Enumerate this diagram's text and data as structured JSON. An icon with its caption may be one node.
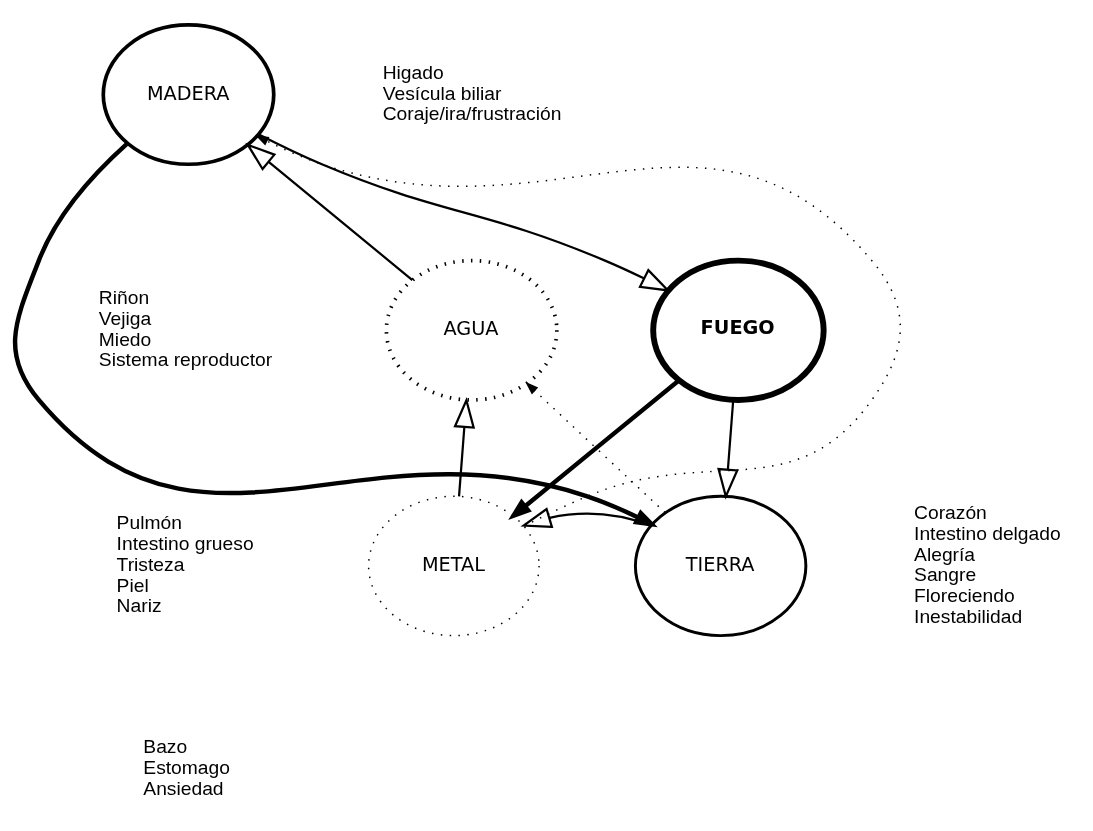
{
  "diagram": {
    "nodes": [
      {
        "text": [
          "MADERA"
        ],
        "beside": [
          "Higado",
          "Vesícula biliar",
          "Coraje/ira/frustración"
        ]
      },
      {
        "text": [
          "FUEGO"
        ],
        "beside": [
          "Corazón",
          "Intestino delgado",
          "Alegría",
          "Sangre",
          "Floreciendo",
          "Inestabilidad"
        ]
      },
      {
        "text": [
          "TIERRA"
        ],
        "beside": [
          "Bazo",
          "Estomago",
          "Ansiedad"
        ]
      },
      {
        "text": [
          "METAL"
        ],
        "beside": [
          "Pulmón",
          "Intestino grueso",
          "Tristeza",
          "Piel",
          "Nariz"
        ]
      },
      {
        "text": [
          "AGUA"
        ],
        "beside": [
          "Riñon",
          "Vejiga",
          "Miedo",
          "Sistema reproductor"
        ]
      }
    ],
    "edges": [
      {
        "from": 0,
        "to": 1,
        "arrow": "to"
      },
      {
        "from": 1,
        "to": 2,
        "arrow": "to"
      },
      {
        "from": 2,
        "to": 3,
        "arrow": "to"
      },
      {
        "from": 3,
        "to": 4,
        "arrow": "to"
      },
      {
        "from": 4,
        "to": 0,
        "arrow": "to"
      },
      {
        "from": 0,
        "to": 2,
        "arrow": "to",
        "style": "thick"
      },
      {
        "from": 1,
        "to": 3,
        "arrow": "to",
        "style": "thick"
      },
      {
        "from": 3,
        "to": 0,
        "arrow": "to",
        "style": "dashed"
      },
      {
        "from": 2,
        "to": 4,
        "arrow": "to",
        "style": "dashed"
      }
    ]
  }
}
